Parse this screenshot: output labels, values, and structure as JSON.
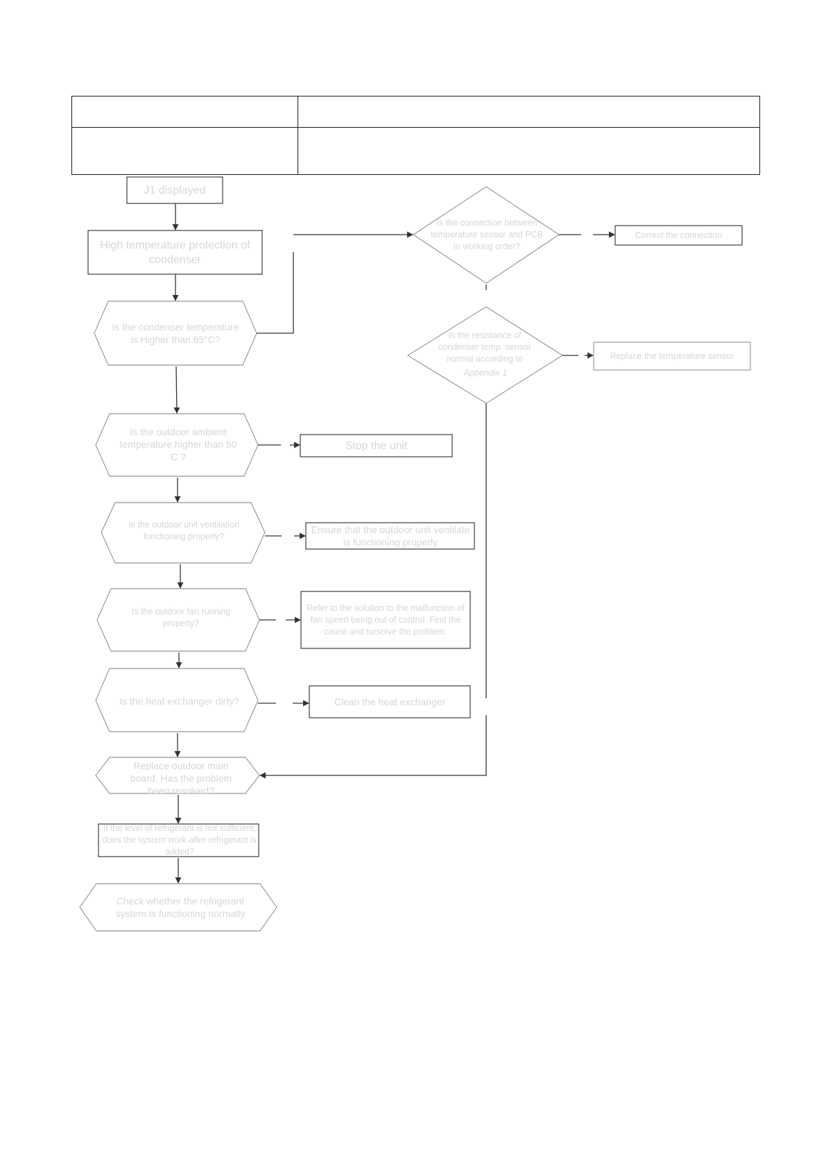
{
  "header_table": {
    "rows": [
      [
        "",
        ""
      ],
      [
        "",
        ""
      ]
    ]
  },
  "nodes": {
    "start": "J1 displayed",
    "high_temp": "High temperature protection of condenser",
    "q_condenser": "Is the condenser temperature is Higher  than 65°C?",
    "q_ambient": "Is the outdoor ambient temperature higher than 50 C ?",
    "q_ventilation": "Is the outdoor unit ventilation functioning properly?",
    "q_fan": "Is  the outdoor fan running properly?",
    "q_dirty": "Is the heat exchanger dirty?",
    "q_mainboard": "Replace outdoor main board. Has the problem been resolved?",
    "q_refrigerant": "If the  level of refrigerant is not sufficient, does the system work after refrigerant is added?",
    "check_system": "Check whether the refrigerant system is functioning normally",
    "q_connection": "Is the connection between temperature sensor and PCB in working order?",
    "q_resistance": "Is the resistance of condenser temp. sensor normal according to",
    "q_resistance_ref": "Appendix 1",
    "a_correct": "Correct the connection",
    "a_replace_sensor": "Replace the temperature sensor",
    "a_stop": "Stop the unit",
    "a_ventilate": "Ensure that the outdoor unit ventilate is functioning properly",
    "a_fan": "Refer to the solution to the malfunction of fan speed being out of control.  Find the cause and tursolve the problem.",
    "a_clean": "Clean the heat exchanger"
  },
  "colors": {
    "line": "#333333",
    "text": "#d6d6d6"
  }
}
